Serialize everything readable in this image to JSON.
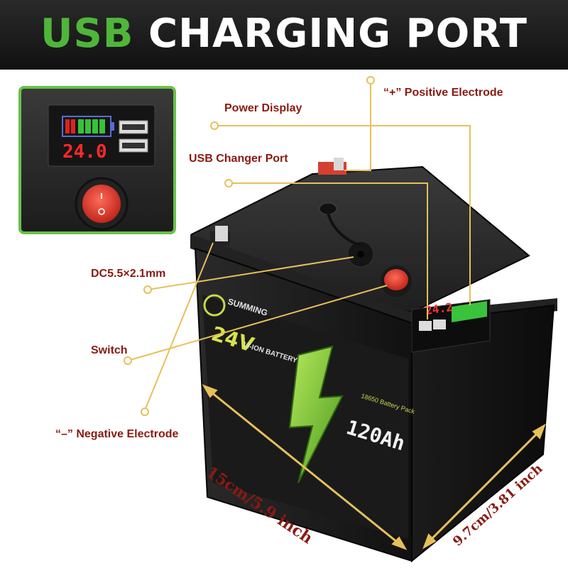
{
  "header": {
    "title_highlight": "USB",
    "title_rest": "CHARGING PORT"
  },
  "callouts": {
    "positive": "“+” Positive Electrode",
    "power_display": "Power Display",
    "usb_port": "USB Changer Port",
    "dc": "DC5.5×2.1mm",
    "switch": "Switch",
    "negative": "“–” Negative Electrode"
  },
  "inset": {
    "voltage_readout": "24.0"
  },
  "battery": {
    "brand": "SUMMING",
    "voltage": "24V",
    "chemistry": "LI-ION BATTERY",
    "capacity": "120Ah",
    "pack": "18650 Battery Pack",
    "readout": "24.2"
  },
  "dimensions": {
    "length": "15cm/5.9 inch",
    "width": "9.7cm/3.81 inch"
  },
  "colors": {
    "accent_green": "#4fb63a",
    "callout_line": "#e6c05a",
    "label_text": "#8a1a12"
  }
}
